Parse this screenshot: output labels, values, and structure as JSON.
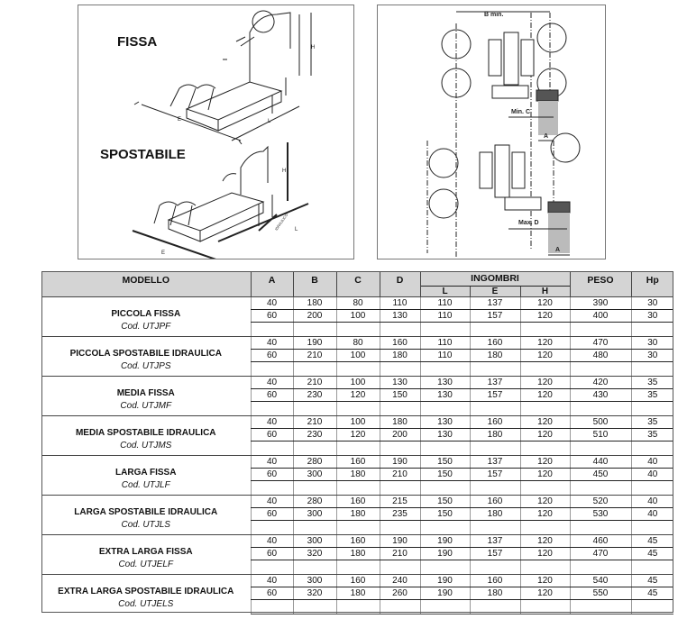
{
  "figures": {
    "left": {
      "label_fixed": "FISSA",
      "label_movable": "SPOSTABILE",
      "dims": [
        "H",
        "L",
        "E"
      ],
      "arrow_label": "IDRAULICO"
    },
    "right": {
      "b_label": "B min.",
      "c_label": "Min. C",
      "d_label": "Max. D",
      "a_label": "A"
    }
  },
  "table": {
    "headers": {
      "model": "MODELLO",
      "a": "A",
      "b": "B",
      "c": "C",
      "d": "D",
      "ingombri": "INGOMBRI",
      "l": "L",
      "e": "E",
      "h": "H",
      "peso": "PESO",
      "hp": "Hp"
    },
    "models": [
      {
        "name": "PICCOLA FISSA",
        "code": "Cod. UTJPF",
        "rows": [
          [
            "40",
            "180",
            "80",
            "110",
            "110",
            "137",
            "120",
            "390",
            "30"
          ],
          [
            "60",
            "200",
            "100",
            "130",
            "110",
            "157",
            "120",
            "400",
            "30"
          ]
        ]
      },
      {
        "name": "PICCOLA SPOSTABILE IDRAULICA",
        "code": "Cod. UTJPS",
        "rows": [
          [
            "40",
            "190",
            "80",
            "160",
            "110",
            "160",
            "120",
            "470",
            "30"
          ],
          [
            "60",
            "210",
            "100",
            "180",
            "110",
            "180",
            "120",
            "480",
            "30"
          ]
        ]
      },
      {
        "name": "MEDIA FISSA",
        "code": "Cod. UTJMF",
        "rows": [
          [
            "40",
            "210",
            "100",
            "130",
            "130",
            "137",
            "120",
            "420",
            "35"
          ],
          [
            "60",
            "230",
            "120",
            "150",
            "130",
            "157",
            "120",
            "430",
            "35"
          ]
        ]
      },
      {
        "name": "MEDIA SPOSTABILE IDRAULICA",
        "code": "Cod. UTJMS",
        "rows": [
          [
            "40",
            "210",
            "100",
            "180",
            "130",
            "160",
            "120",
            "500",
            "35"
          ],
          [
            "60",
            "230",
            "120",
            "200",
            "130",
            "180",
            "120",
            "510",
            "35"
          ]
        ]
      },
      {
        "name": "LARGA FISSA",
        "code": "Cod. UTJLF",
        "rows": [
          [
            "40",
            "280",
            "160",
            "190",
            "150",
            "137",
            "120",
            "440",
            "40"
          ],
          [
            "60",
            "300",
            "180",
            "210",
            "150",
            "157",
            "120",
            "450",
            "40"
          ]
        ]
      },
      {
        "name": "LARGA SPOSTABILE IDRAULICA",
        "code": "Cod. UTJLS",
        "rows": [
          [
            "40",
            "280",
            "160",
            "215",
            "150",
            "160",
            "120",
            "520",
            "40"
          ],
          [
            "60",
            "300",
            "180",
            "235",
            "150",
            "180",
            "120",
            "530",
            "40"
          ]
        ]
      },
      {
        "name": "EXTRA LARGA FISSA",
        "code": "Cod. UTJELF",
        "rows": [
          [
            "40",
            "300",
            "160",
            "190",
            "190",
            "137",
            "120",
            "460",
            "45"
          ],
          [
            "60",
            "320",
            "180",
            "210",
            "190",
            "157",
            "120",
            "470",
            "45"
          ]
        ]
      },
      {
        "name": "EXTRA LARGA SPOSTABILE IDRAULICA",
        "code": "Cod. UTJELS",
        "rows": [
          [
            "40",
            "300",
            "160",
            "240",
            "190",
            "160",
            "120",
            "540",
            "45"
          ],
          [
            "60",
            "320",
            "180",
            "260",
            "190",
            "180",
            "120",
            "550",
            "45"
          ]
        ]
      }
    ]
  }
}
